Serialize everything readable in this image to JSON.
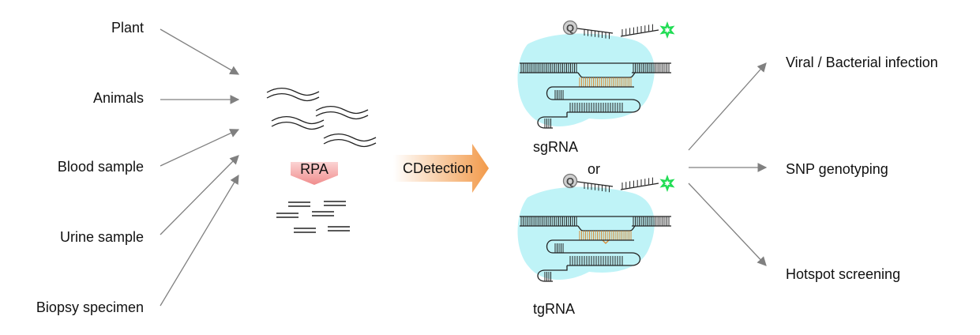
{
  "sources": [
    "Plant",
    "Animals",
    "Blood sample",
    "Urine sample",
    "Biopsy specimen"
  ],
  "amplification": {
    "label": "RPA"
  },
  "method": {
    "label": "CDetection"
  },
  "guides": {
    "top": "sgRNA",
    "connector": "or",
    "bottom": "tgRNA"
  },
  "reporter": {
    "quencher_symbol": "Q"
  },
  "applications": [
    "Viral / Bacterial infection",
    "SNP genotyping",
    "Hotspot screening"
  ],
  "colors": {
    "arrow": "#808080",
    "protein": "#bff3f7",
    "fluorophore": "#22dd55",
    "guide_match": "#d98b35",
    "strand": "#222222",
    "rpa_arrow": "#f29a9a",
    "cdetection_arrow": "#f2a15a"
  }
}
